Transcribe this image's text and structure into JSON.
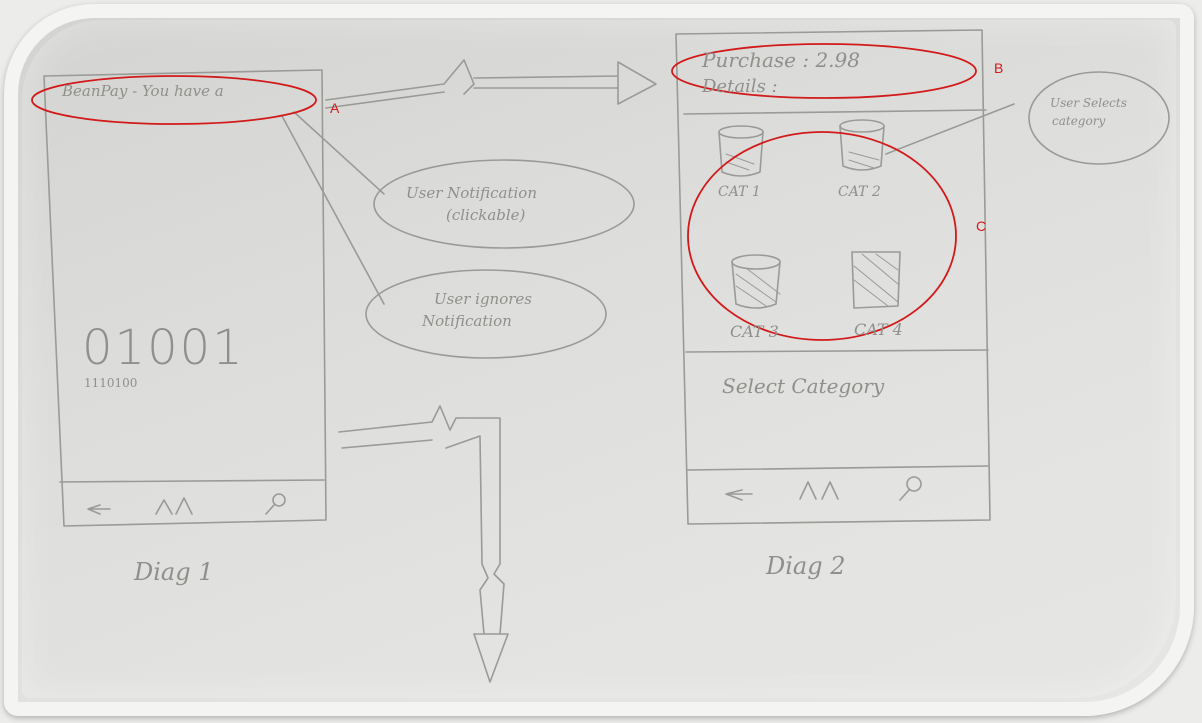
{
  "diagram": {
    "phone1": {
      "notification_text": "BeanPay - You have a",
      "binary_large": "01001",
      "binary_small": "1110100",
      "caption": "Diag 1"
    },
    "phone2": {
      "purchase_line": "Purchase : 2.98",
      "details_line": "Details :",
      "categories": [
        "CAT 1",
        "CAT 2",
        "CAT 3",
        "CAT 4"
      ],
      "select_label": "Select Category",
      "caption": "Diag 2"
    },
    "annotations": {
      "user_notification": [
        "User Notification",
        "(clickable)"
      ],
      "user_ignores": [
        "User ignores",
        "Notification"
      ],
      "user_selects": [
        "User Selects",
        "category"
      ]
    },
    "callouts": {
      "a": "A",
      "b": "B",
      "c": "C"
    },
    "colors": {
      "pencil": "#8f8f8c",
      "highlight": "#d21a1a"
    }
  }
}
